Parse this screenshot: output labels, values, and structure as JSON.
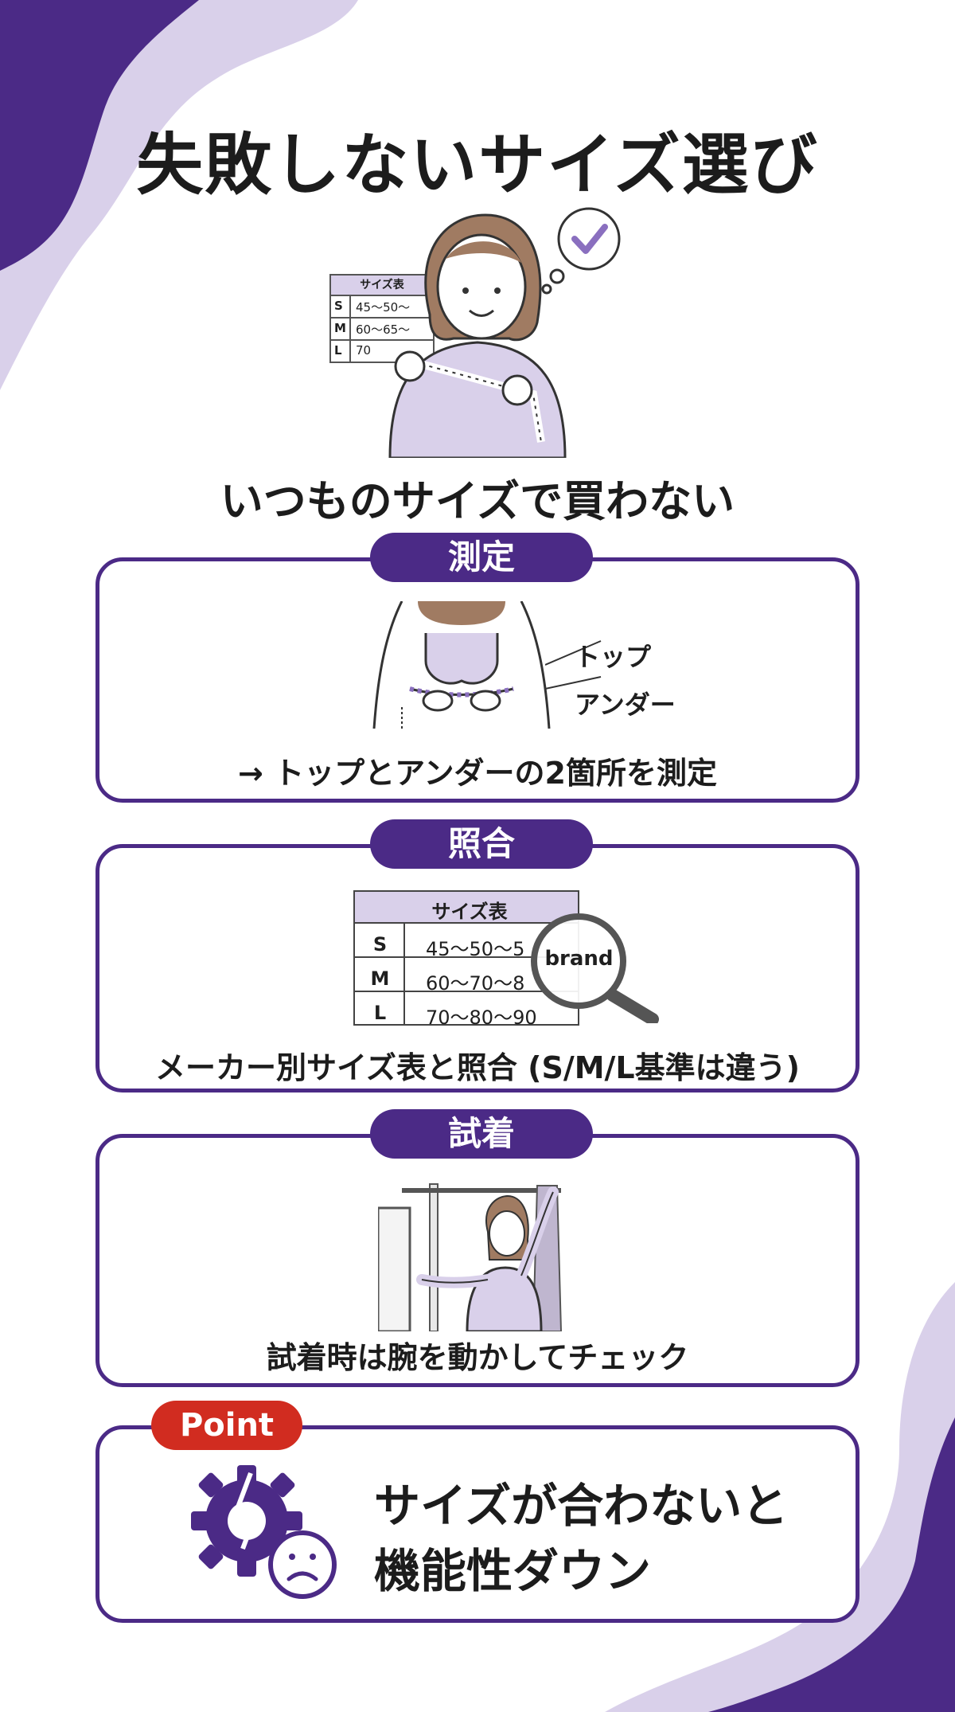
{
  "title": "失敗しないサイズ選び",
  "hero": {
    "size_table_header": "サイズ表",
    "rows": [
      {
        "size": "S",
        "value": "45〜50〜"
      },
      {
        "size": "M",
        "value": "60〜65〜"
      },
      {
        "size": "L",
        "value": "70"
      }
    ]
  },
  "subtitle": "いつものサイズで買わない",
  "steps": [
    {
      "label": "測定",
      "annotations": {
        "top": "トップ",
        "under": "アンダー"
      },
      "caption": "→ トップとアンダーの2箇所を測定"
    },
    {
      "label": "照合",
      "table": {
        "header": "サイズ表",
        "rows": [
          {
            "size": "S",
            "value": "45〜50〜5"
          },
          {
            "size": "M",
            "value": "60〜70〜8"
          },
          {
            "size": "L",
            "value": "70〜80〜90"
          }
        ],
        "magnifier_text": "brand"
      },
      "caption": "メーカー別サイズ表と照合 (S/M/L基準は違う)"
    },
    {
      "label": "試着",
      "caption": "試着時は腕を動かしてチェック"
    }
  ],
  "point": {
    "badge": "Point",
    "lines": [
      "サイズが合わないと",
      "機能性ダウン"
    ]
  },
  "colors": {
    "brand_purple": "#4b2a86",
    "light_purple": "#d9d0ea",
    "point_red": "#d12c20"
  }
}
